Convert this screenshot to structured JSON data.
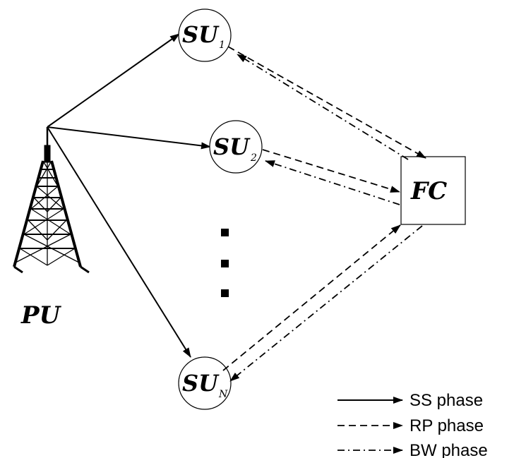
{
  "nodes": {
    "pu": {
      "label": "PU"
    },
    "su1": {
      "label": "SU",
      "subscript": "1"
    },
    "su2": {
      "label": "SU",
      "subscript": "2"
    },
    "sun": {
      "label": "SU",
      "subscript": "N"
    },
    "fc": {
      "label": "FC"
    }
  },
  "legend": {
    "ss": "SS phase",
    "rp": "RP phase",
    "bw": "BW phase"
  }
}
